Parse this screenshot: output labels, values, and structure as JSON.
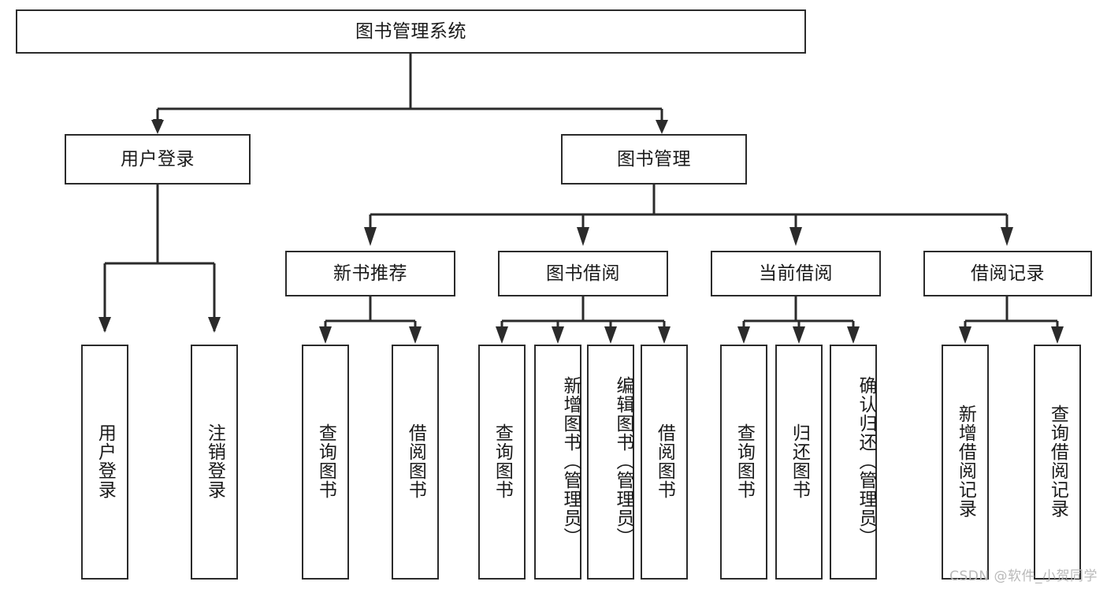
{
  "diagram": {
    "title": "图书管理系统",
    "type": "tree-hierarchy",
    "colors": {
      "stroke": "#2b2b2b",
      "fill": "#ffffff",
      "text": "#1a1a1a",
      "watermark": "#b9b9b9"
    },
    "root": {
      "label": "图书管理系统"
    },
    "level2": [
      {
        "label": "用户登录"
      },
      {
        "label": "图书管理"
      }
    ],
    "level3": [
      {
        "label": "新书推荐"
      },
      {
        "label": "图书借阅"
      },
      {
        "label": "当前借阅"
      },
      {
        "label": "借阅记录"
      }
    ],
    "leaves": {
      "user_login": [
        {
          "label": "用户登录"
        },
        {
          "label": "注销登录"
        }
      ],
      "new_book_recommend": [
        {
          "label": "查询图书"
        },
        {
          "label": "借阅图书"
        }
      ],
      "book_borrow": [
        {
          "label": "查询图书"
        },
        {
          "label": "新增图书（管理员）"
        },
        {
          "label": "编辑图书（管理员）"
        },
        {
          "label": "借阅图书"
        }
      ],
      "current_borrow": [
        {
          "label": "查询图书"
        },
        {
          "label": "归还图书"
        },
        {
          "label": "确认归还（管理员）"
        }
      ],
      "borrow_record": [
        {
          "label": "新增借阅记录"
        },
        {
          "label": "查询借阅记录"
        }
      ]
    }
  },
  "watermark": {
    "text": "CSDN @软件_小贺同学"
  }
}
